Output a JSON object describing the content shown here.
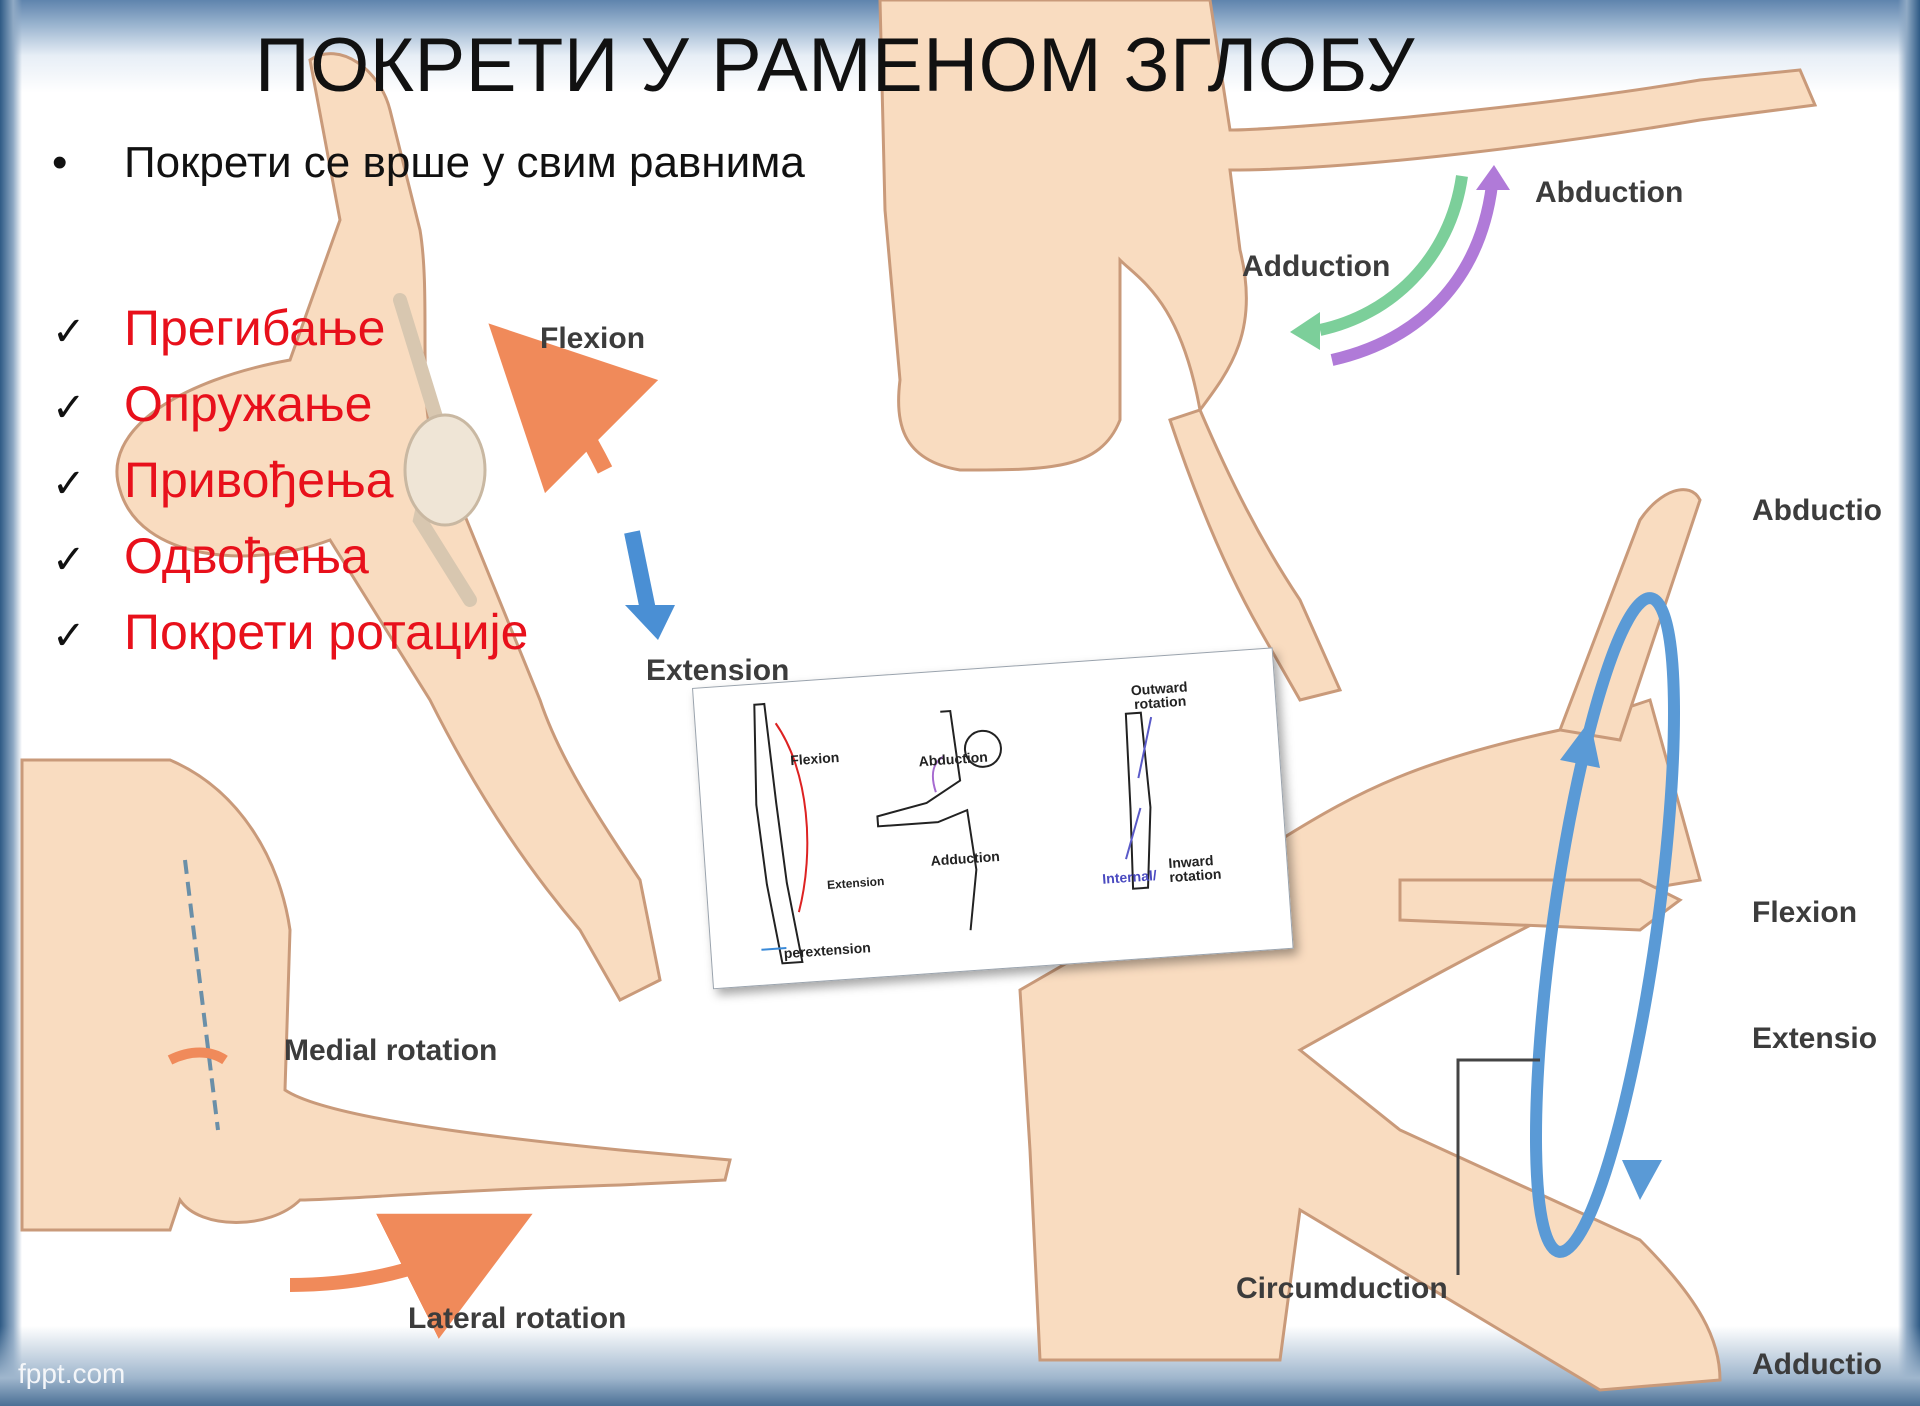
{
  "title": "ПОКРЕТИ У РАМЕНОМ ЗГЛОБУ",
  "intro_bullet": "Покрети се врше у свим равнима",
  "movements": [
    "Прегибање",
    "Опружање",
    "Привођења",
    "Одвођења",
    "Покрети ротације"
  ],
  "labels": {
    "flexion_top": "Flexion",
    "extension_top": "Extension",
    "abduction_top": "Abduction",
    "adduction_top": "Adduction",
    "abduction_right": "Abductio",
    "flexion_right": "Flexion",
    "extension_right": "Extensio",
    "adduction_right": "Adductio",
    "circumduction": "Circumduction",
    "medial_rotation": "Medial rotation",
    "lateral_rotation": "Lateral rotation"
  },
  "inset": {
    "flexion": "Flexion",
    "extension": "Extension",
    "hyperextension": "perextension",
    "abduction": "Abduction",
    "adduction": "Adduction",
    "outward_rotation": "Outward rotation",
    "internal": "Internal/",
    "inward_rotation": "Inward rotation"
  },
  "watermark": "fppt.com",
  "colors": {
    "title": "#111111",
    "checklist_text": "#e8101b",
    "skin": "#f9dcc0",
    "skin_outline": "#c99a7a",
    "arrow_orange": "#f08a5a",
    "arrow_blue": "#4a8fd4",
    "arrow_green": "#7ccf9a",
    "arrow_purple": "#b07ad8",
    "circle_blue": "#5a9ad6"
  }
}
